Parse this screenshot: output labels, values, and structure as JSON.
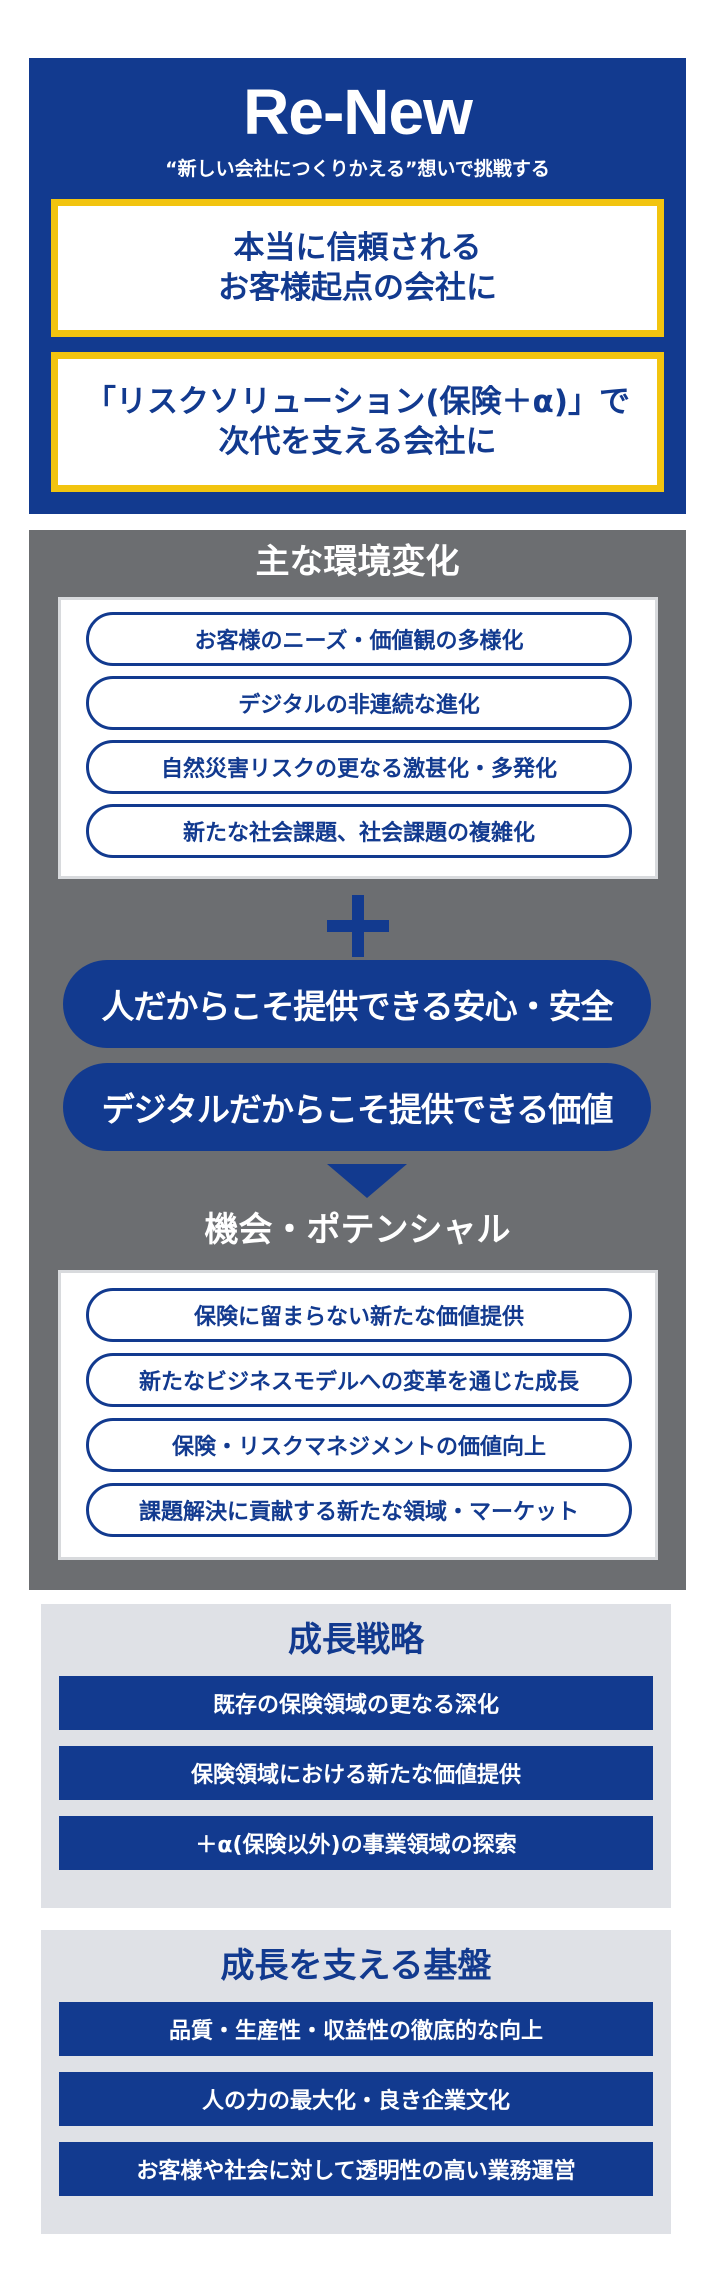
{
  "renew": {
    "title": "Re-New",
    "subtitle": "“新しい会社につくりかえる”想いで挑戦する",
    "missions": [
      "本当に信頼される\nお客様起点の会社に",
      "「リスクソリューション(保険＋α)」で\n次代を支える会社に"
    ]
  },
  "environment": {
    "heading": "主な環境変化",
    "items": [
      "お客様のニーズ・価値観の多様化",
      "デジタルの非連続な進化",
      "自然災害リスクの更なる激甚化・多発化",
      "新たな社会課題、社会課題の複雑化"
    ]
  },
  "values": [
    "人だからこそ提供できる安心・安全",
    "デジタルだからこそ提供できる価値"
  ],
  "opportunities": {
    "heading": "機会・ポテンシャル",
    "items": [
      "保険に留まらない新たな価値提供",
      "新たなビジネスモデルへの変革を通じた成長",
      "保険・リスクマネジメントの価値向上",
      "課題解決に貢献する新たな領域・マーケット"
    ]
  },
  "strategy": {
    "heading": "成長戦略",
    "items": [
      "既存の保険領域の更なる深化",
      "保険領域における新たな価値提供",
      "＋α(保険以外)の事業領域の探索"
    ]
  },
  "foundation": {
    "heading": "成長を支える基盤",
    "items": [
      "品質・生産性・収益性の徹底的な向上",
      "人の力の最大化・良き企業文化",
      "お客様や社会に対して透明性の高い業務運営"
    ]
  },
  "colors": {
    "navy": "#123a8f",
    "gold": "#f2c40f",
    "grey": "#6c6e71",
    "light_grey": "#dfe1e6"
  }
}
